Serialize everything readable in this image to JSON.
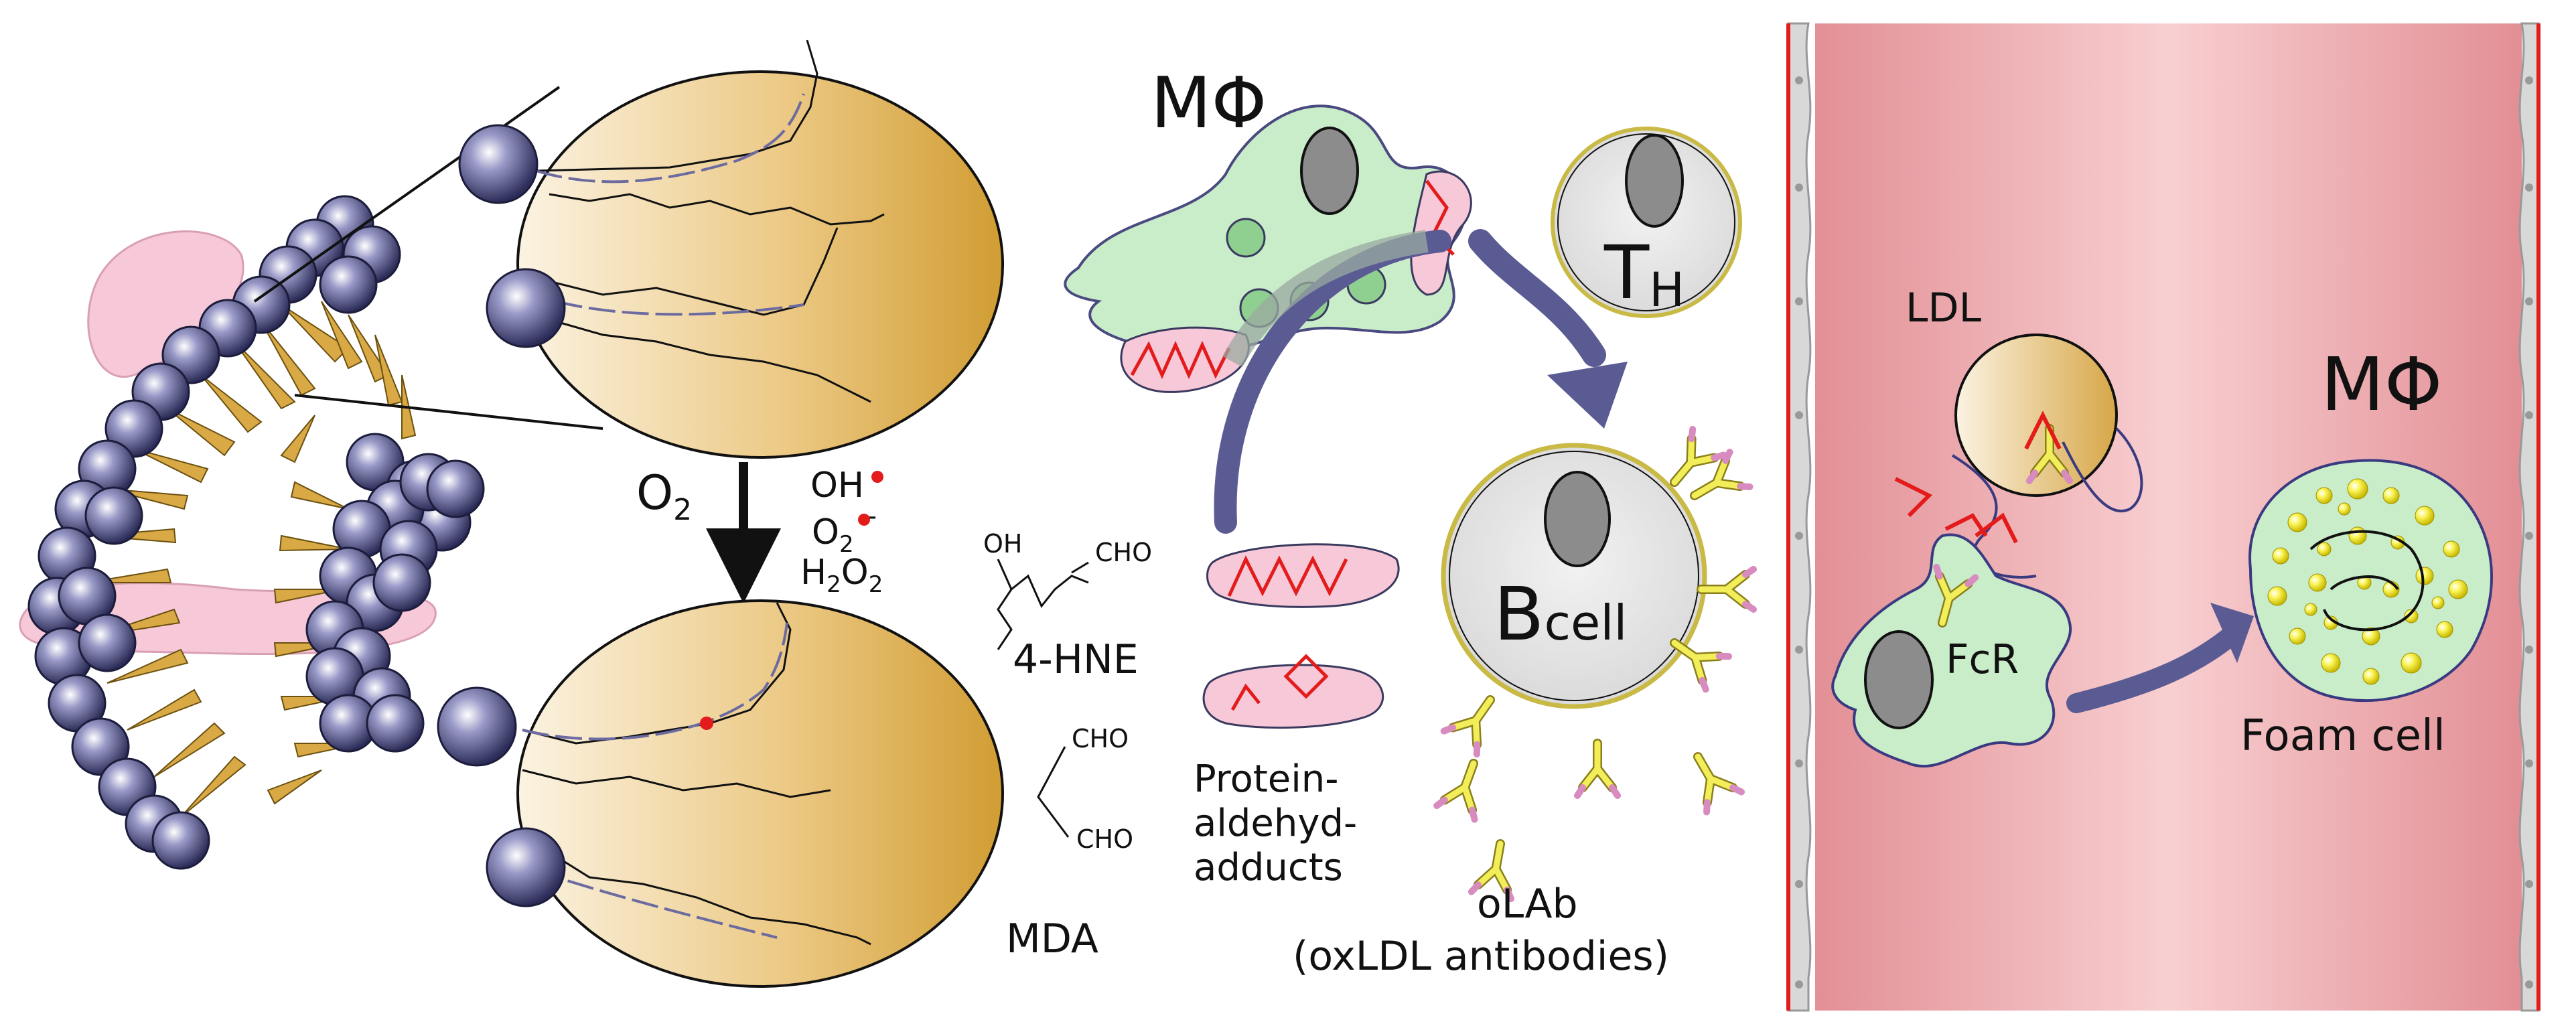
{
  "labels": {
    "o2": "O",
    "o2_sub": "2",
    "oh": "OH",
    "superoxide": "O",
    "superoxide_sub": "2",
    "superoxide_sup": "-",
    "h2o2_h": "H",
    "h2o2_sub1": "2",
    "h2o2_o": "O",
    "h2o2_sub2": "2",
    "oh_group": "OH",
    "cho_hne": "CHO",
    "hne": "4-HNE",
    "cho_mda1": "CHO",
    "cho_mda2": "CHO",
    "mda": "MDA",
    "macrophage": "MΦ",
    "th_main": "T",
    "th_sub": "H",
    "bcell_main": "B",
    "bcell_sub": "cell",
    "adducts_line1": "Protein-",
    "adducts_line2": "aldehyd-",
    "adducts_line3": "adducts",
    "olab_line1": "oLAb",
    "olab_line2": "(oxLDL antibodies)",
    "ldl": "LDL",
    "fcr": "FcR",
    "macrophage2": "MΦ",
    "foam_cell": "Foam cell"
  },
  "colors": {
    "phospholipid_head": "#4a4a80",
    "lipid_gold": "#d8a945",
    "membrane_pink": "#f7c8d8",
    "macrophage_green": "#c9ecc9",
    "arrow_purple": "#5b5b94",
    "oxidation_red": "#e31b1b",
    "vessel_pink": "#f0a7ab",
    "antibody_yellow": "#f2ee5a",
    "antibody_tip": "#d88bbf",
    "nucleus_gray": "#8c8c8c",
    "cell_gray": "#e6e6e6"
  }
}
